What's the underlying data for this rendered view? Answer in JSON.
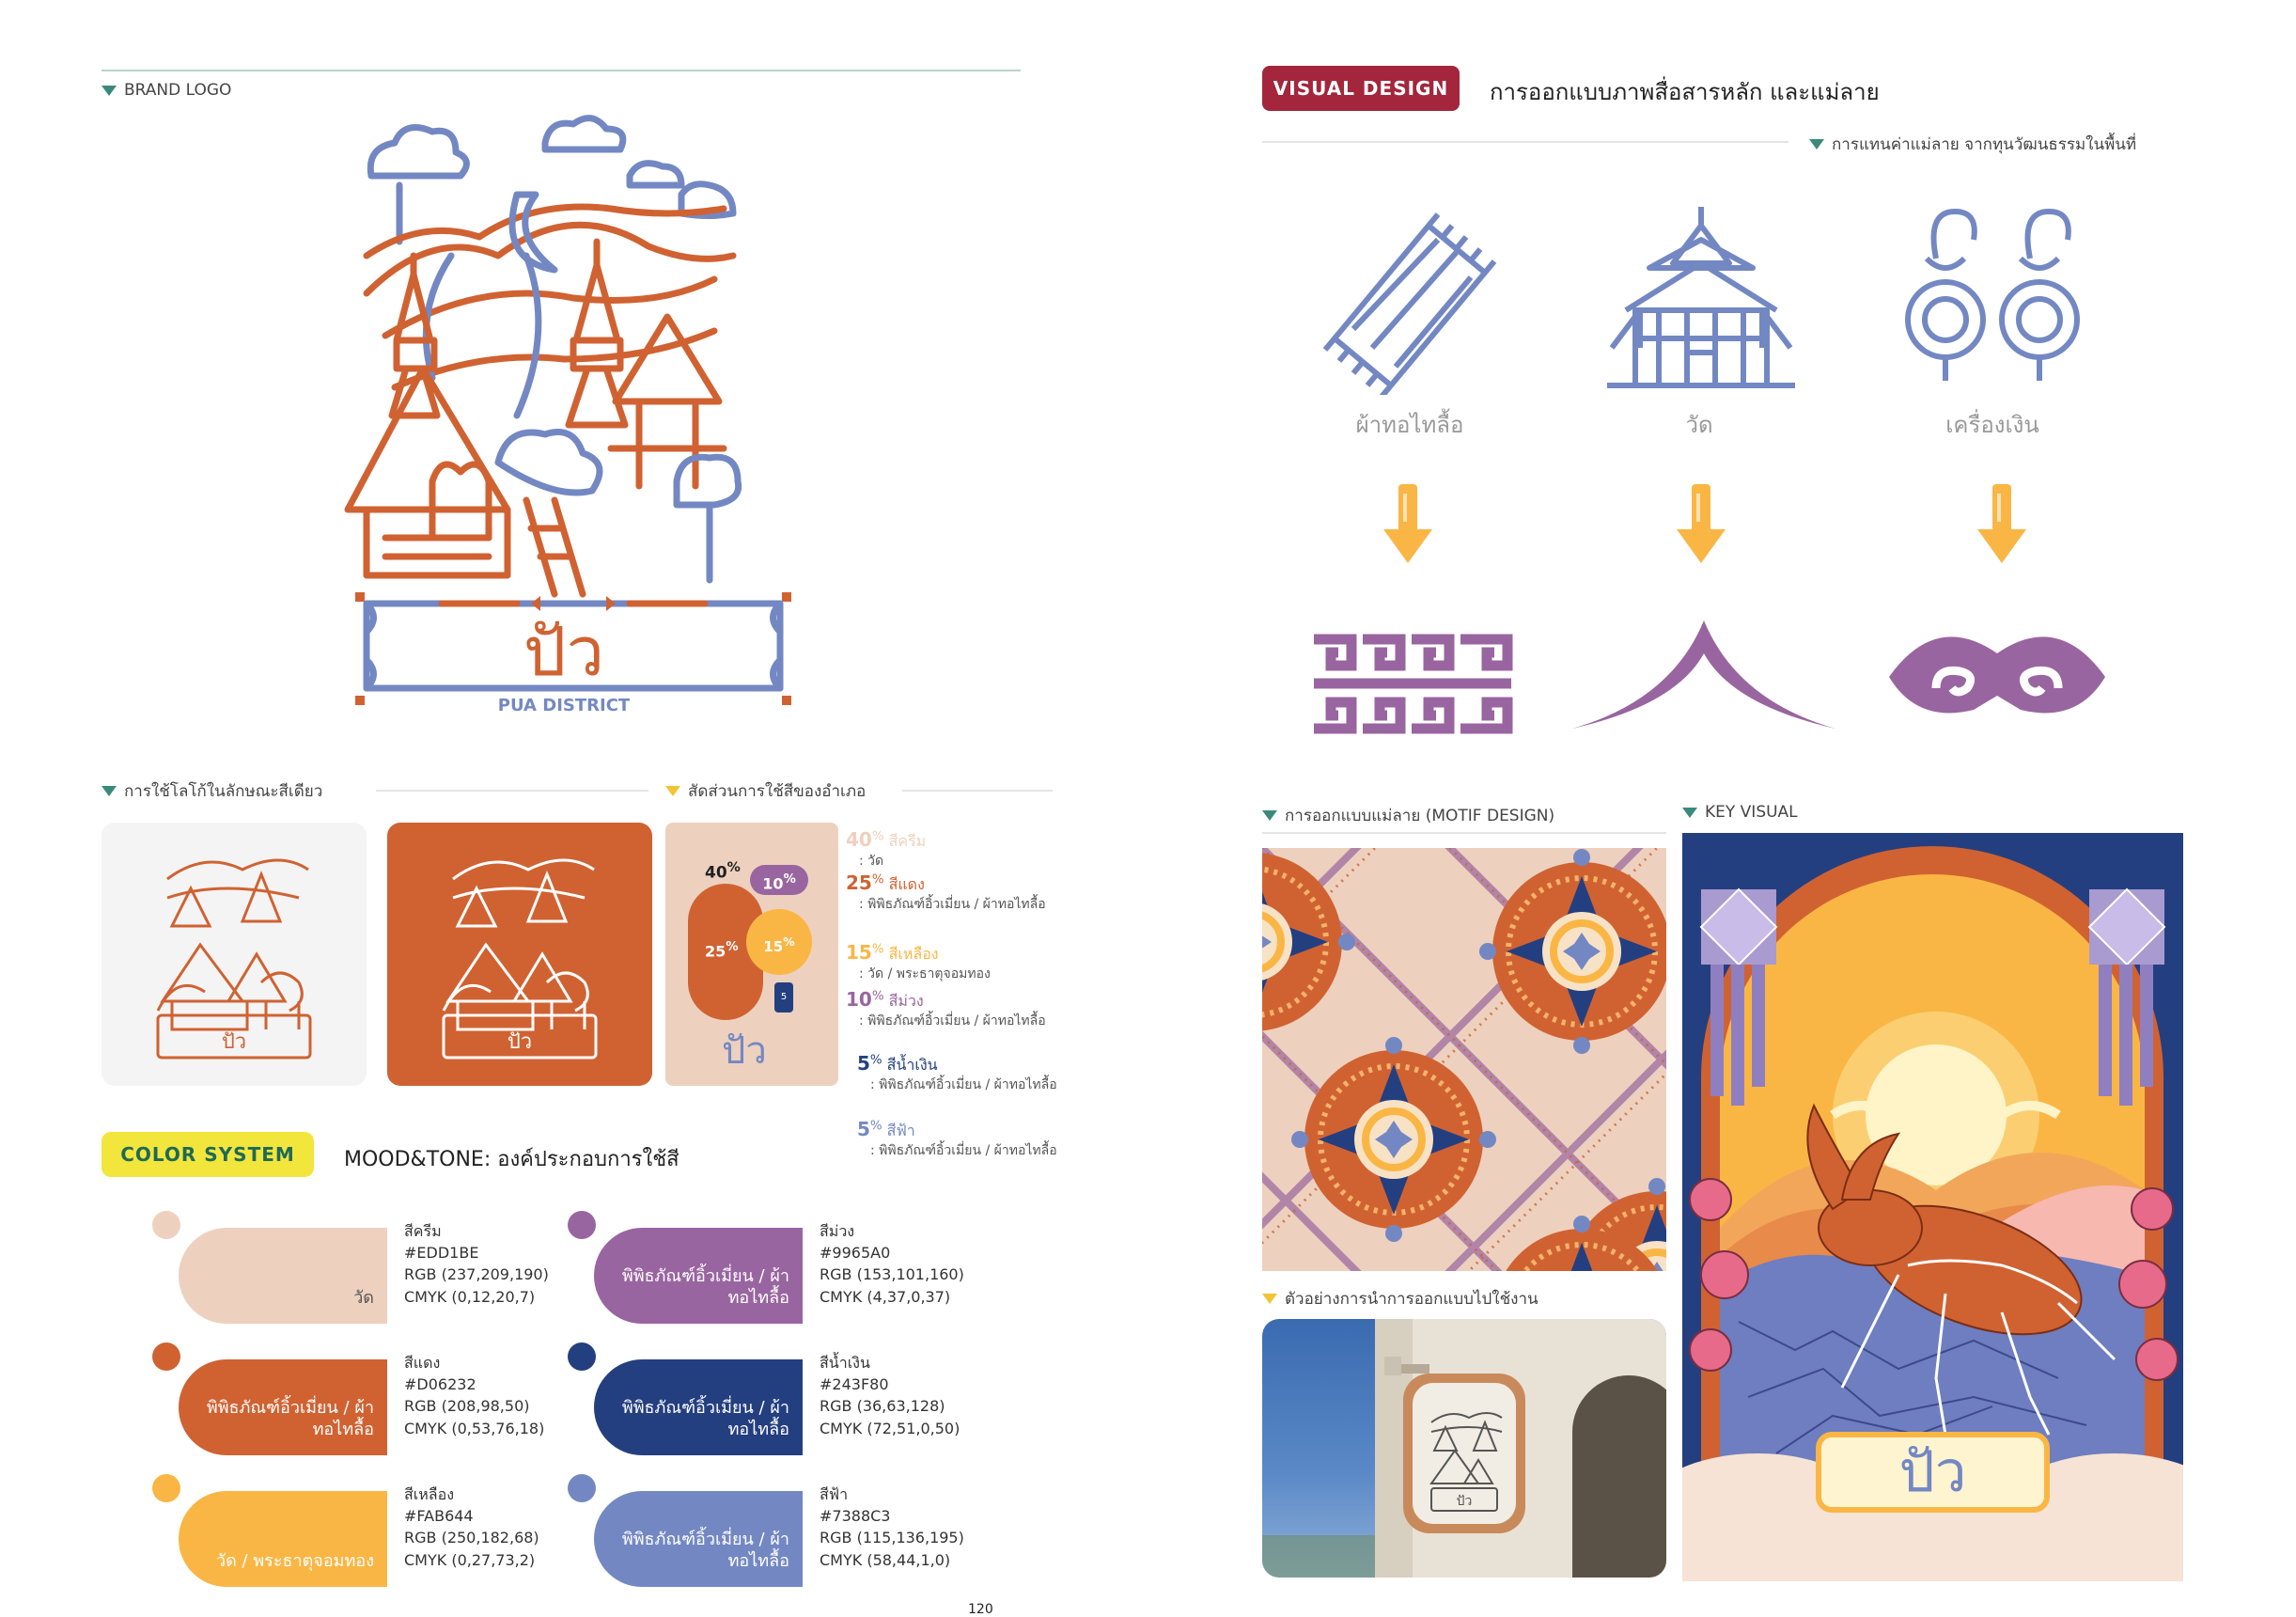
{
  "left": {
    "brand_logo_label": "BRAND LOGO",
    "logo_name": "ปัว",
    "logo_sub": "PUA DISTRICT",
    "mono_label": "การใช้โลโก้ในลักษณะสีเดียว",
    "ratio_label": "สัดส่วนการใช้สีของอำเภอ",
    "ratio_chart": {
      "p40": "40",
      "p10": "10",
      "p25": "25",
      "p15": "15",
      "p5": "5",
      "logo": "ปัว"
    },
    "ratio_legend": [
      {
        "pct": "40",
        "name": "สีครีม",
        "desc": ": วัด",
        "color": "#EDD1BE"
      },
      {
        "pct": "25",
        "name": "สีแดง",
        "desc": ": พิพิธภัณฑ์อิ้วเมี่ยน / ผ้าทอไทลื้อ",
        "color": "#D06232"
      },
      {
        "pct": "15",
        "name": "สีเหลือง",
        "desc": ": วัด / พระธาตุจอมทอง",
        "color": "#FAB644"
      },
      {
        "pct": "10",
        "name": "สีม่วง",
        "desc": ": พิพิธภัณฑ์อิ้วเมี่ยน / ผ้าทอไทลื้อ",
        "color": "#9965A0"
      },
      {
        "pct": "5",
        "name": "สีน้ำเงิน",
        "desc": ": พิพิธภัณฑ์อิ้วเมี่ยน / ผ้าทอไทลื้อ",
        "color": "#243F80"
      },
      {
        "pct": "5",
        "name": "สีฟ้า",
        "desc": ": พิพิธภัณฑ์อิ้วเมี่ยน / ผ้าทอไทลื้อ",
        "color": "#7388C3"
      }
    ],
    "color_system_badge": "COLOR SYSTEM",
    "mood_title": "MOOD&TONE: องค์ประกอบการใช้สี",
    "swatches": [
      {
        "label": "วัด",
        "name": "สีครีม",
        "hex": "#EDD1BE",
        "rgb": "RGB (237,209,190)",
        "cmyk": "CMYK (0,12,20,7)",
        "color": "#EDD1BE",
        "text_color": "#555"
      },
      {
        "label": "พิพิธภัณฑ์อิ้วเมี่ยน / ผ้าทอไทลื้อ",
        "name": "สีม่วง",
        "hex": "#9965A0",
        "rgb": "RGB (153,101,160)",
        "cmyk": "CMYK (4,37,0,37)",
        "color": "#9965A0",
        "text_color": "#fff"
      },
      {
        "label": "พิพิธภัณฑ์อิ้วเมี่ยน / ผ้าทอไทลื้อ",
        "name": "สีแดง",
        "hex": "#D06232",
        "rgb": "RGB (208,98,50)",
        "cmyk": "CMYK (0,53,76,18)",
        "color": "#D06232",
        "text_color": "#fff"
      },
      {
        "label": "พิพิธภัณฑ์อิ้วเมี่ยน / ผ้าทอไทลื้อ",
        "name": "สีน้ำเงิน",
        "hex": "#243F80",
        "rgb": "RGB (36,63,128)",
        "cmyk": "CMYK (72,51,0,50)",
        "color": "#243F80",
        "text_color": "#fff"
      },
      {
        "label": "วัด / พระธาตุจอมทอง",
        "name": "สีเหลือง",
        "hex": "#FAB644",
        "rgb": "RGB (250,182,68)",
        "cmyk": "CMYK (0,27,73,2)",
        "color": "#FAB644",
        "text_color": "#fff"
      },
      {
        "label": "พิพิธภัณฑ์อิ้วเมี่ยน / ผ้าทอไทลื้อ",
        "name": "สีฟ้า",
        "hex": "#7388C3",
        "rgb": "RGB (115,136,195)",
        "cmyk": "CMYK (58,44,1,0)",
        "color": "#7388C3",
        "text_color": "#fff"
      }
    ],
    "page_number": "120"
  },
  "right": {
    "badge": "VISUAL DESIGN",
    "title": "การออกแบบภาพสื่อสารหลัก และแม่ลาย",
    "subtitle": "การแทนค่าแม่ลาย จากทุนวัฒนธรรมในพื้นที่",
    "sources": [
      {
        "caption": "ผ้าทอไทลื้อ",
        "icon": "woven-cloth-icon"
      },
      {
        "caption": "วัด",
        "icon": "temple-icon"
      },
      {
        "caption": "เครื่องเงิน",
        "icon": "silver-earring-icon"
      }
    ],
    "motif_label": "การออกแบบแม่ลาย (MOTIF DESIGN)",
    "example_label": "ตัวอย่างการนำการออกแบบไปใช้งาน",
    "key_visual_label": "KEY VISUAL",
    "key_visual_text": "ปัว"
  },
  "colors": {
    "cream": "#EDD1BE",
    "red": "#D06232",
    "yellow": "#FAB644",
    "purple": "#9965A0",
    "navy": "#243F80",
    "blue": "#7388C3",
    "crimson": "#A3263C"
  }
}
